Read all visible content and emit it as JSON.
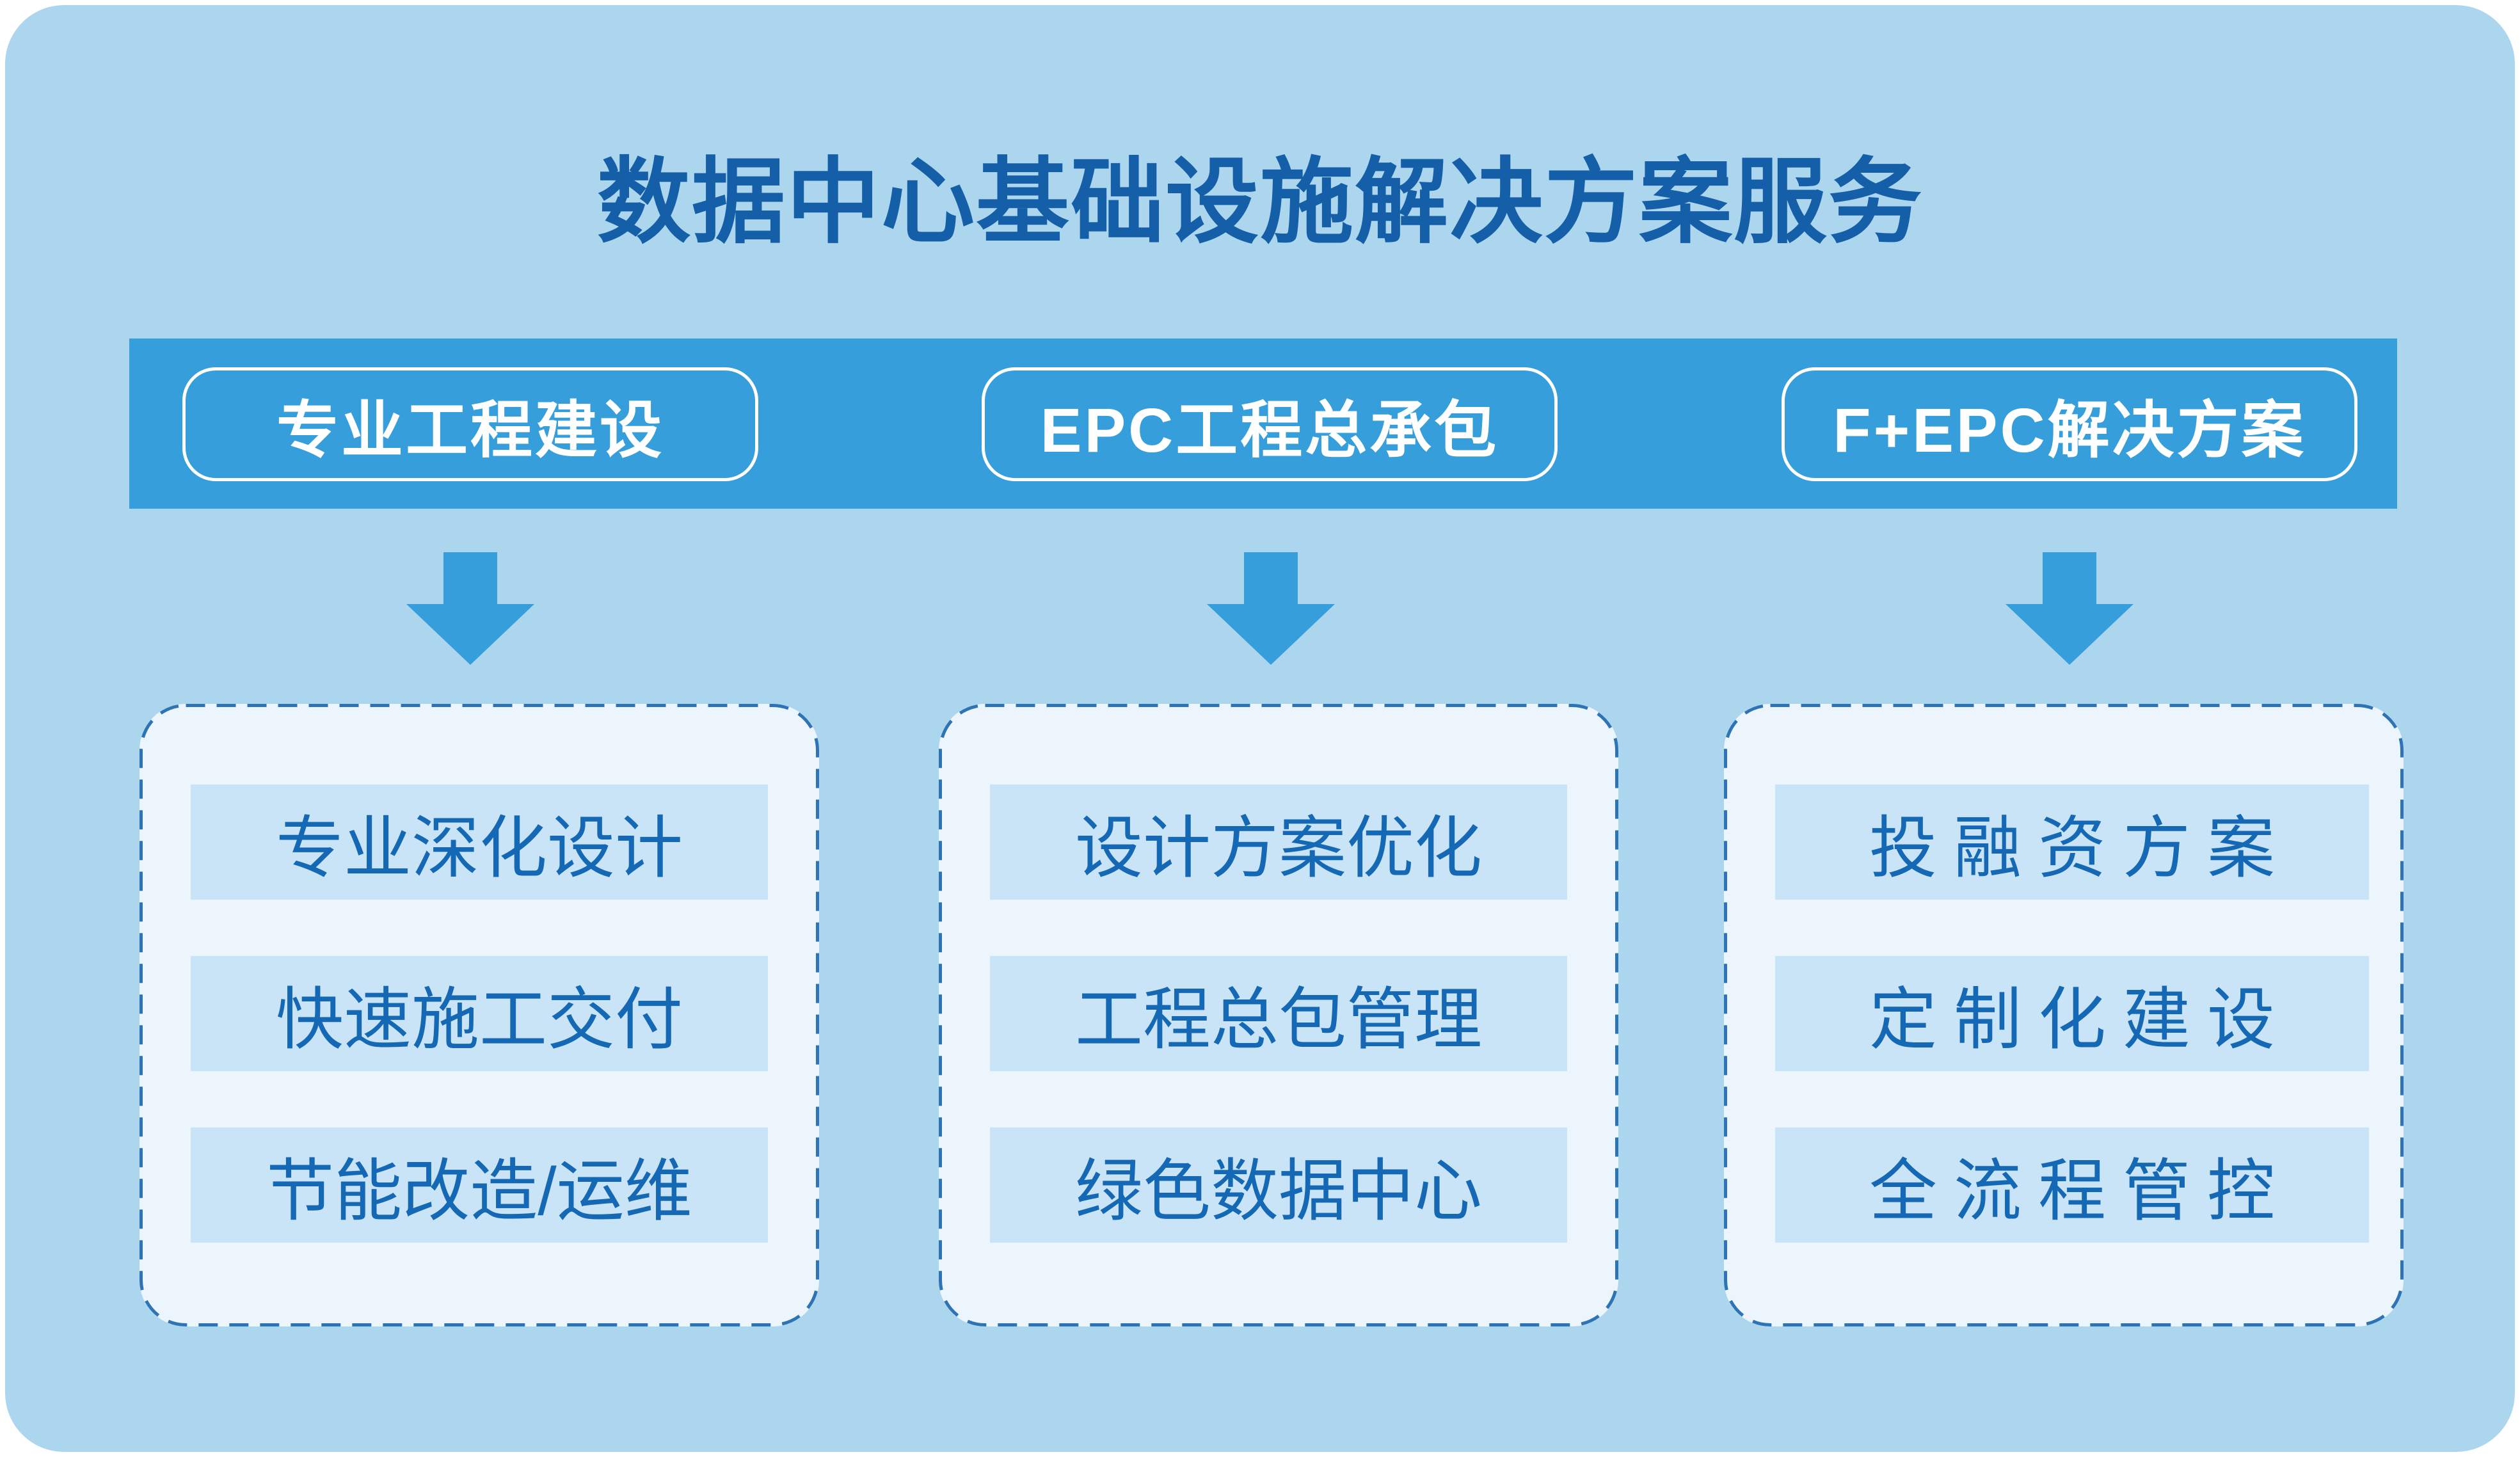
{
  "title": "数据中心基础设施解决方案服务",
  "colors": {
    "accent_blue": "#359EDB",
    "card_background": "#ACD5EE",
    "panel_background": "#ECF5FC",
    "item_background": "#C9E3F7",
    "title_text": "#155FA8",
    "item_text": "#1569B4",
    "pill_text": "#FFFFFF",
    "dashed_border": "#2E74B5"
  },
  "columns": [
    {
      "header": "专业工程建设",
      "items": [
        "专业深化设计",
        "快速施工交付",
        "节能改造/运维"
      ]
    },
    {
      "header": "EPC工程总承包",
      "items": [
        "设计方案优化",
        "工程总包管理",
        "绿色数据中心"
      ]
    },
    {
      "header": "F+EPC解决方案",
      "items": [
        "投融资方案",
        "定制化建设",
        "全流程管控"
      ]
    }
  ]
}
